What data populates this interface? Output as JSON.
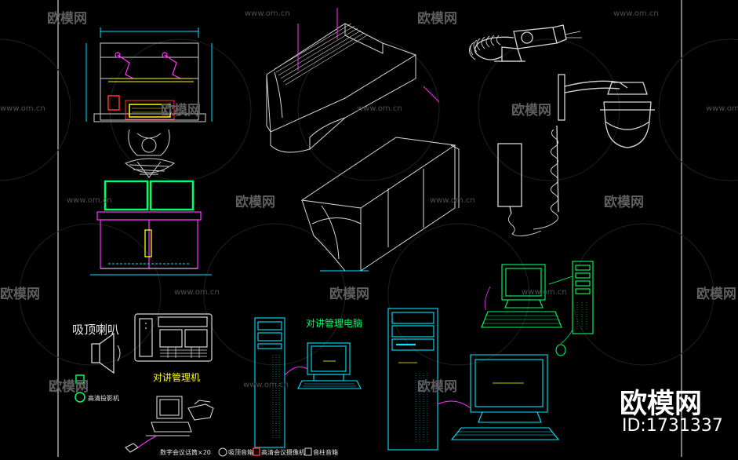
{
  "watermark": {
    "logo_text": "欧模网",
    "url_text": "www.om.cn"
  },
  "brand": {
    "logo": "欧模网",
    "id_text": "ID:1731337"
  },
  "labels": {
    "ceiling_speaker": "吸顶喇叭",
    "intercom_machine": "对讲管理机",
    "intercom_computer": "对讲管理电脑",
    "hd_projector": "高清投影机",
    "legend_digital": "数字会议话筒×20",
    "legend_ceiling": "吸顶音箱",
    "legend_camera": "高清会议摄像机",
    "legend_column": "音柱音箱"
  },
  "colors": {
    "background": "#000000",
    "line_white": "#d8d8d8",
    "line_cyan": "#00e5ff",
    "line_green": "#00ff66",
    "line_yellow": "#ffff00",
    "line_magenta": "#ff33ff",
    "line_red": "#ff3030",
    "watermark": "#5f5f5f"
  }
}
